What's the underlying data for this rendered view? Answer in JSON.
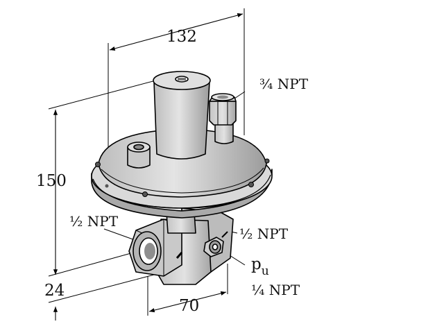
{
  "dimensions": {
    "width_top": "132",
    "height_left": "150",
    "bottom_offset": "24",
    "width_bottom": "70"
  },
  "callouts": {
    "top_outlet": "¾ NPT",
    "left_inlet": "½ NPT",
    "right_port": "½ NPT",
    "pressure_symbol": "p",
    "pressure_subscript": "u",
    "pressure_port": "¼ NPT"
  },
  "colors": {
    "body_fill": "#d2d2d2",
    "body_shade": "#a9a9a9",
    "line": "#000000",
    "background": "#ffffff"
  }
}
